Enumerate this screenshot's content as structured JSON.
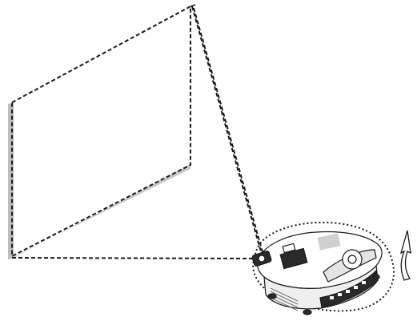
{
  "diagram": {
    "colors": {
      "line": "#1a1a1a",
      "screen_edge": "#bdbdbd",
      "projector_body": "#ffffff",
      "projector_shade": "#e4e4e4",
      "projector_dark": "#2a2a2a"
    },
    "elements": [
      {
        "name": "projection-screen",
        "kind": "dashed-parallelogram"
      },
      {
        "name": "screen-left-edge",
        "kind": "shaded-edge"
      },
      {
        "name": "screen-bottom-edge",
        "kind": "shaded-edge"
      },
      {
        "name": "projection-beam-top",
        "kind": "dashed-line"
      },
      {
        "name": "projection-beam-right",
        "kind": "dashed-line"
      },
      {
        "name": "projection-beam-bottom",
        "kind": "dashed-line"
      },
      {
        "name": "projector-dotted-outline",
        "kind": "dotted-outline"
      },
      {
        "name": "projector",
        "kind": "device-illustration"
      },
      {
        "name": "tilt-arrow-icon",
        "kind": "curved-up-arrow"
      }
    ]
  }
}
